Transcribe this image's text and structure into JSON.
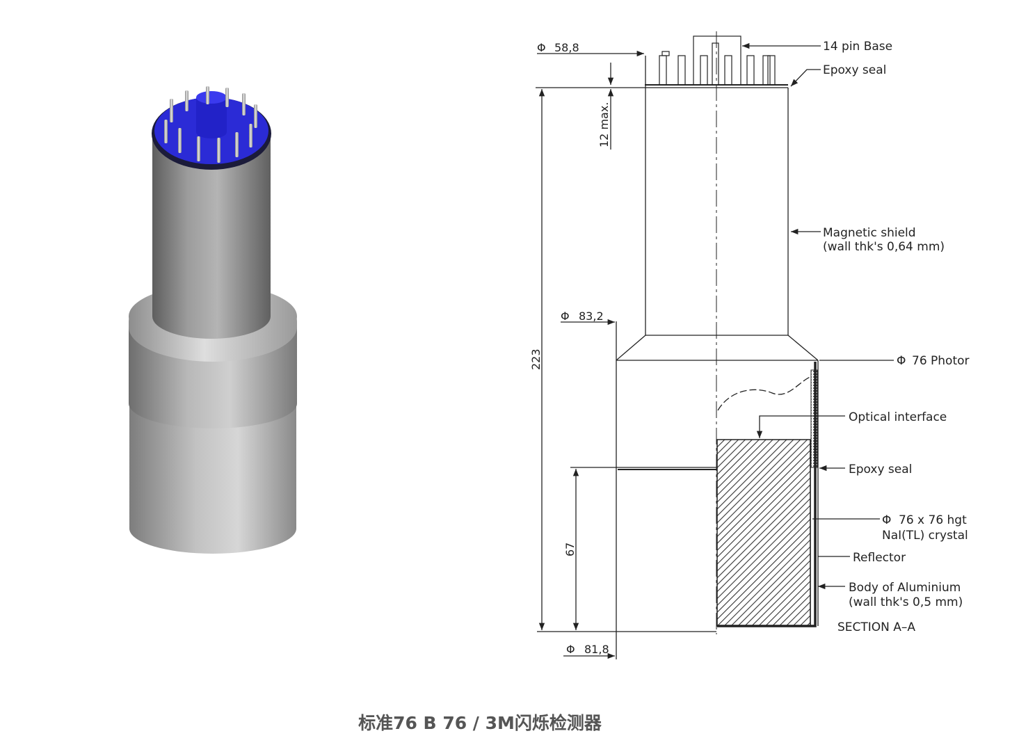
{
  "caption": "标准76 B 76 / 3M闪烁检测器",
  "drawing": {
    "dim_top_dia": "58,8",
    "dim_cap": "12 max.",
    "dim_mid_dia": "83,2",
    "dim_total": "223",
    "dim_crystal_h": "67",
    "dim_bottom_dia": "81,8",
    "phi_symbol": "Φ",
    "labels": {
      "pin_base": "14 pin Base",
      "epoxy_top": "Epoxy seal",
      "shield_1": "Magnetic shield",
      "shield_2": "(wall thk's 0,64 mm)",
      "photo": "76 Photor",
      "optical": "Optical interface",
      "epoxy_side": "Epoxy seal",
      "crystal_1": "76 x 76 hgt",
      "crystal_2": "NaI(TL) crystal",
      "reflector": "Reflector",
      "body_1": "Body of Aluminium",
      "body_2": "(wall thk's 0,5 mm)",
      "section": "SECTION A–A"
    }
  },
  "colors": {
    "base_blue": "#2b2bd6",
    "metal": "#9a9a9a",
    "ink": "#222222",
    "caption": "#555555"
  }
}
